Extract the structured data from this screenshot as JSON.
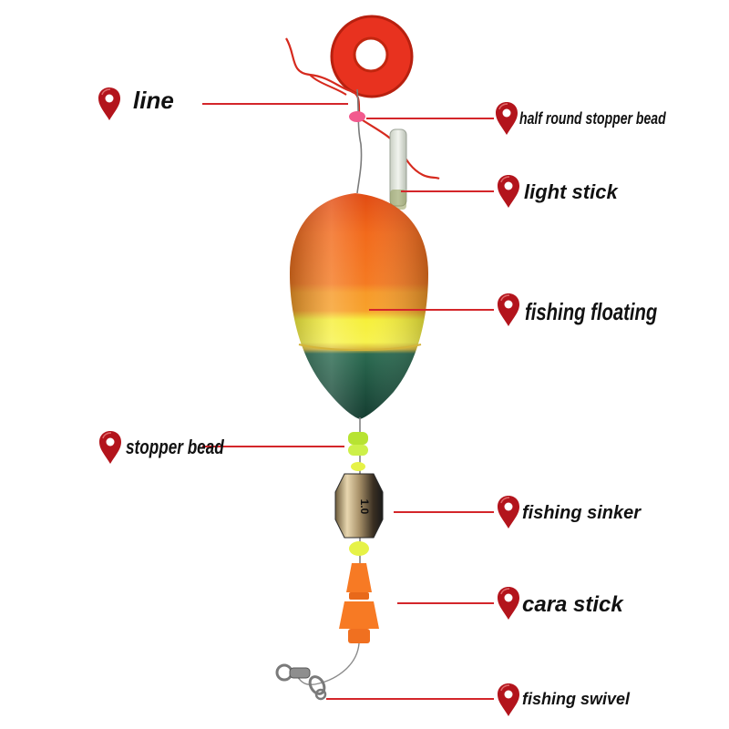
{
  "labels": {
    "line": "line",
    "half_round_stopper_bead": "half round stopper bead",
    "light_stick": "light stick",
    "fishing_floating": "fishing floating",
    "stopper_bead": "stopper bead",
    "fishing_sinker": "fishing sinker",
    "cara_stick": "cara stick",
    "fishing_swivel": "fishing swivel"
  },
  "sinker_marking": "1.0",
  "icons": {
    "pin": "map-pin-icon"
  },
  "colors": {
    "leader_line": "#d4262a",
    "pin": "#b3141c",
    "float_orange": "#f26a1b",
    "float_yellow": "#f7f13a",
    "float_green": "#1f5a44",
    "ring": "#e8321f",
    "bead_green": "#b7e332",
    "cara_orange": "#f77a24"
  }
}
